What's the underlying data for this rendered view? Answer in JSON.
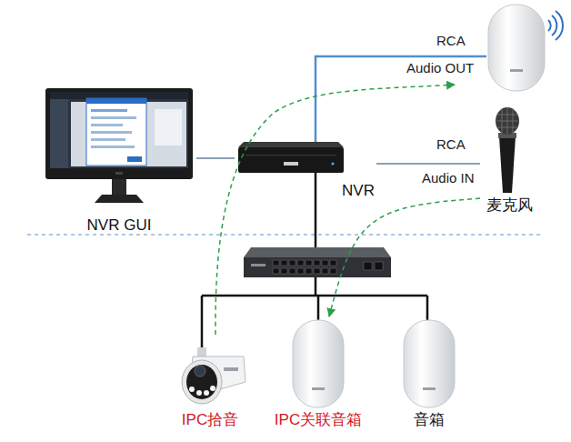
{
  "diagram": {
    "nodes": [
      {
        "text": [
          "NVR GUI"
        ]
      },
      {
        "text": [
          "NVR"
        ]
      },
      {
        "text": [
          "麦克风"
        ]
      },
      {
        "text": [
          "IPC拾音"
        ]
      },
      {
        "text": [
          "IPC关联音箱"
        ]
      },
      {
        "text": [
          "音箱"
        ]
      }
    ],
    "edges": [
      {
        "from": 0,
        "to": 1,
        "arrow": "none"
      },
      {
        "from": 1,
        "to": 2,
        "arrow": "none"
      },
      {
        "from": 2,
        "to": 4,
        "arrow": "to"
      }
    ],
    "labels": [
      "RCA",
      "Audio OUT",
      "RCA",
      "Audio IN"
    ]
  }
}
